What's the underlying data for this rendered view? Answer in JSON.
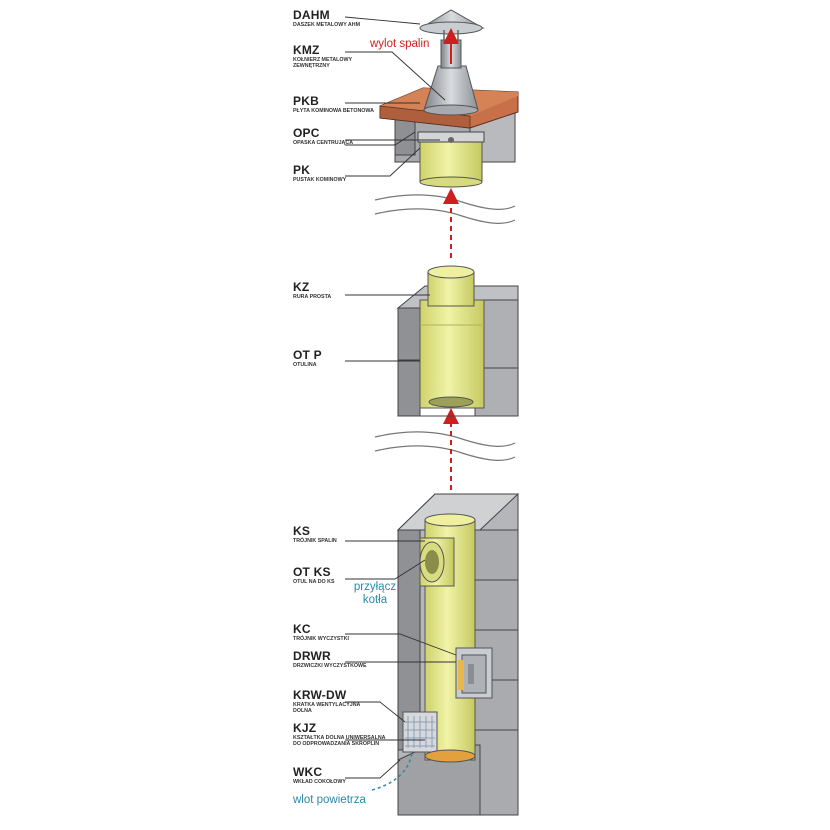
{
  "components": [
    {
      "code": "DAHM",
      "desc": "DASZEK METALOWY AHM"
    },
    {
      "code": "KMZ",
      "desc": "KOŁNIERZ METALOWY",
      "desc2": "ZEWNĘTRZNY"
    },
    {
      "code": "PKB",
      "desc": "PŁYTA KOMINOWA BETONOWA"
    },
    {
      "code": "OPC",
      "desc": "OPASKA CENTRUJĄCA"
    },
    {
      "code": "PK",
      "desc": "PUSTAK KOMINOWY"
    },
    {
      "code": "KZ",
      "desc": "RURA  PROSTA"
    },
    {
      "code": "OT P",
      "desc": "OTULINA"
    },
    {
      "code": "KS",
      "desc": "TRÓJNIK SPALIN"
    },
    {
      "code": "OT KS",
      "desc": "OTUL NA DO KS"
    },
    {
      "code": "KC",
      "desc": "TRÓJNIK WYCZYSTKI"
    },
    {
      "code": "DRWR",
      "desc": "DRZWICZKI WYCZYSTKOWE"
    },
    {
      "code": "KRW-DW",
      "desc": "KRATKA WENTYLACYJNA",
      "desc2": "DOLNA"
    },
    {
      "code": "KJZ",
      "desc": "KSZTAŁTKA DOLNA UNIWERSALNA",
      "desc2": "DO ODPROWADZANIA SKROPLIN"
    },
    {
      "code": "WKC",
      "desc": "WKŁAD COKOŁOWY"
    }
  ],
  "flows": {
    "outlet": "wylot spalin",
    "boiler_line1": "przyłącz",
    "boiler_line2": "kotła",
    "inlet": "wlot powietrza"
  },
  "colors": {
    "outlet_text": "#d42020",
    "arrow": "#cc1f1f",
    "flow_text": "#2a8aa8",
    "block": "#a9abae",
    "liner": "#e6e98c",
    "slab": "#c7704a"
  }
}
